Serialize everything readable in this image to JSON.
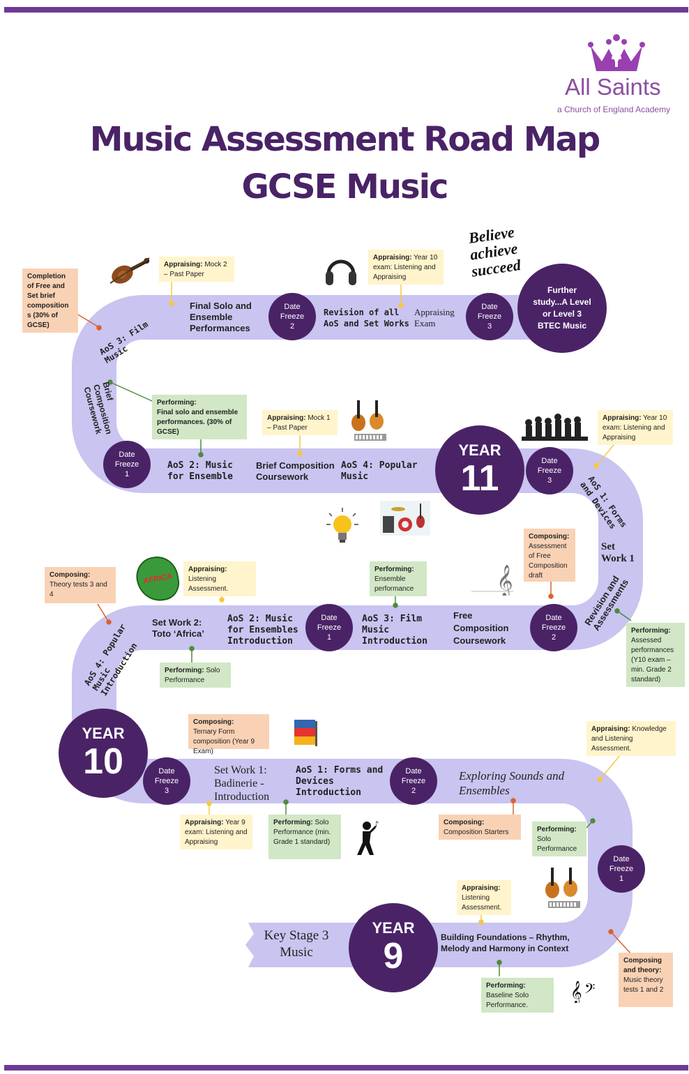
{
  "header": {
    "title_line1": "Music Assessment Road Map",
    "title_line2": "GCSE Music"
  },
  "logo": {
    "name": "All Saints",
    "tagline": "a Church of England Academy",
    "icon": "crown-cross-icon"
  },
  "colors": {
    "brand_purple": "#4a2367",
    "road": "#c9c4f0",
    "appraising_note": "#fff4cc",
    "composing_note": "#f9d2b5",
    "performing_note": "#d1e7c5"
  },
  "years": {
    "year9": {
      "label": "YEAR",
      "number": "9"
    },
    "year10": {
      "label": "YEAR",
      "number": "10"
    },
    "year11": {
      "label": "YEAR",
      "number": "11"
    }
  },
  "freezes": {
    "date": "Date",
    "freeze": "Freeze",
    "n1": "1",
    "n2": "2",
    "n3": "3"
  },
  "further_study": "Further study...A Level or Level 3 BTEC Music",
  "road_labels": {
    "ks3": "Key Stage 3 Music",
    "building_foundations": "Building Foundations – Rhythm, Melody and Harmony in Context",
    "exploring_sounds": "Exploring Sounds and Ensembles",
    "aos1_forms": "AoS 1: Forms and Devices Introduction",
    "set_work1": "Set Work 1: Badinerie - Introduction",
    "aos4_popular_intro": "AoS 4: Popular Music Introduction",
    "set_work2": "Set Work 2: Toto ‘Africa’",
    "aos2_ensembles_intro": "AoS 2: Music for Ensembles Introduction",
    "aos3_film_intro": "AoS 3: Film Music Introduction",
    "free_composition": "Free Composition Coursework",
    "revision_assessments": "Revision and Assessments",
    "set_work1_right": "Set Work 1",
    "aos1_forms_devices": "AoS 1: Forms and Devices",
    "aos4_popular": "AoS 4: Popular Music",
    "brief_composition": "Brief Composition Coursework",
    "aos2_ensemble": "AoS 2: Music for Ensemble",
    "brief_composition_vertical": "Brief Composition Coursework",
    "aos3_film": "AoS 3: Film Music",
    "final_solo": "Final Solo and Ensemble Performances",
    "revision_all": "Revision of all AoS and Set Works",
    "appraising_exam": "Appraising Exam"
  },
  "notes": {
    "n_completion": {
      "head": "Completion of Free and Set brief composition s (30% of GCSE)",
      "body": ""
    },
    "n_mock2": {
      "head": "Appraising:",
      "body": "Mock 2 – Past Paper"
    },
    "n_y10exam_top": {
      "head": "Appraising:",
      "body": "Year 10 exam: Listening and Appraising"
    },
    "n_final_perf": {
      "head": "Performing:",
      "body": "Final solo and ensemble performances. (30% of GCSE)"
    },
    "n_mock1": {
      "head": "Appraising:",
      "body": "Mock 1 – Past Paper"
    },
    "n_y10exam_right": {
      "head": "Appraising:",
      "body": "Year 10 exam: Listening and Appraising"
    },
    "n_free_draft": {
      "head": "Composing:",
      "body": "Assessment of Free Composition draft"
    },
    "n_theory34": {
      "head": "Composing:",
      "body": "Theory tests 3 and 4"
    },
    "n_listening10": {
      "head": "Appraising:",
      "body": "Listening Assessment."
    },
    "n_ensemble_perf": {
      "head": "Performing:",
      "body": "Ensemble performance"
    },
    "n_assessed_perf": {
      "head": "Performing:",
      "body": "Assessed performances (Y10 exam – min. Grade 2 standard)"
    },
    "n_solo10": {
      "head": "Performing:",
      "body": "Solo Performance"
    },
    "n_ternary": {
      "head": "Composing:",
      "body": "Ternary Form composition (Year 9 Exam)"
    },
    "n_knowledge": {
      "head": "Appraising:",
      "body": "Knowledge and Listening Assessment."
    },
    "n_y9exam": {
      "head": "Appraising:",
      "body": "Year 9 exam: Listening and Appraising"
    },
    "n_solo9": {
      "head": "Performing:",
      "body": "Solo Performance (min. Grade 1 standard)"
    },
    "n_starters": {
      "head": "Composing:",
      "body": "Composition Starters"
    },
    "n_solo9b": {
      "head": "Performing:",
      "body": "Solo Performance"
    },
    "n_listening9": {
      "head": "Appraising:",
      "body": "Listening Assessment."
    },
    "n_baseline": {
      "head": "Performing:",
      "body": "Baseline Solo Performance."
    },
    "n_theory12": {
      "head": "Composing and theory:",
      "body": "Music theory tests 1 and 2"
    }
  },
  "decor": {
    "believe": "Believe achieve succeed",
    "africa": "AFRICA"
  }
}
